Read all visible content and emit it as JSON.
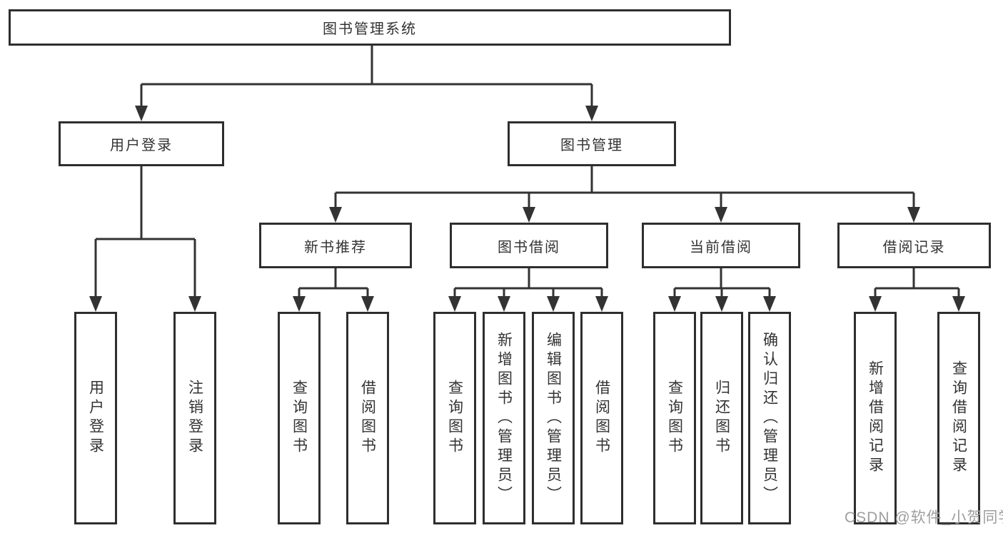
{
  "colors": {
    "line": "#333333",
    "box_border": "#2e2e2e",
    "background": "#ffffff",
    "watermark_text": "#9e9e9e"
  },
  "diagram": {
    "root": {
      "label": "图书管理系统"
    },
    "branches": [
      {
        "label": "用户登录",
        "children": [
          {
            "label": "用户登录"
          },
          {
            "label": "注销登录"
          }
        ]
      },
      {
        "label": "图书管理",
        "children": [
          {
            "label": "新书推荐",
            "children": [
              {
                "label": "查询图书"
              },
              {
                "label": "借阅图书"
              }
            ]
          },
          {
            "label": "图书借阅",
            "children": [
              {
                "label": "查询图书"
              },
              {
                "label": "新增图书（管理员）"
              },
              {
                "label": "编辑图书（管理员）"
              },
              {
                "label": "借阅图书"
              }
            ]
          },
          {
            "label": "当前借阅",
            "children": [
              {
                "label": "查询图书"
              },
              {
                "label": "归还图书"
              },
              {
                "label": "确认归还（管理员）"
              }
            ]
          },
          {
            "label": "借阅记录",
            "children": [
              {
                "label": "新增借阅记录"
              },
              {
                "label": "查询借阅记录"
              }
            ]
          }
        ]
      }
    ]
  },
  "watermark": "CSDN @软件_小贺同学"
}
